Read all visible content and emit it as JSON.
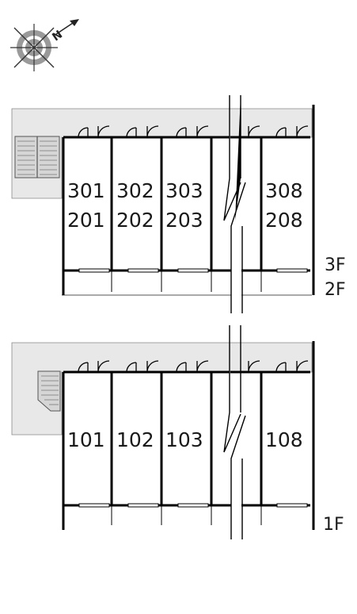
{
  "compass": {
    "north_letter": "N",
    "icon": "compass-rose-icon"
  },
  "upper_building": {
    "units_top": [
      "301",
      "302",
      "303",
      "308"
    ],
    "units_bottom": [
      "201",
      "202",
      "203",
      "208"
    ],
    "floor_labels": [
      "3F",
      "2F"
    ]
  },
  "lower_building": {
    "units": [
      "101",
      "102",
      "103",
      "108"
    ],
    "floor_label": "1F"
  },
  "colors": {
    "corridor": "#e8e8e8",
    "wall": "#000000",
    "stairs": "#d6d6d6"
  }
}
